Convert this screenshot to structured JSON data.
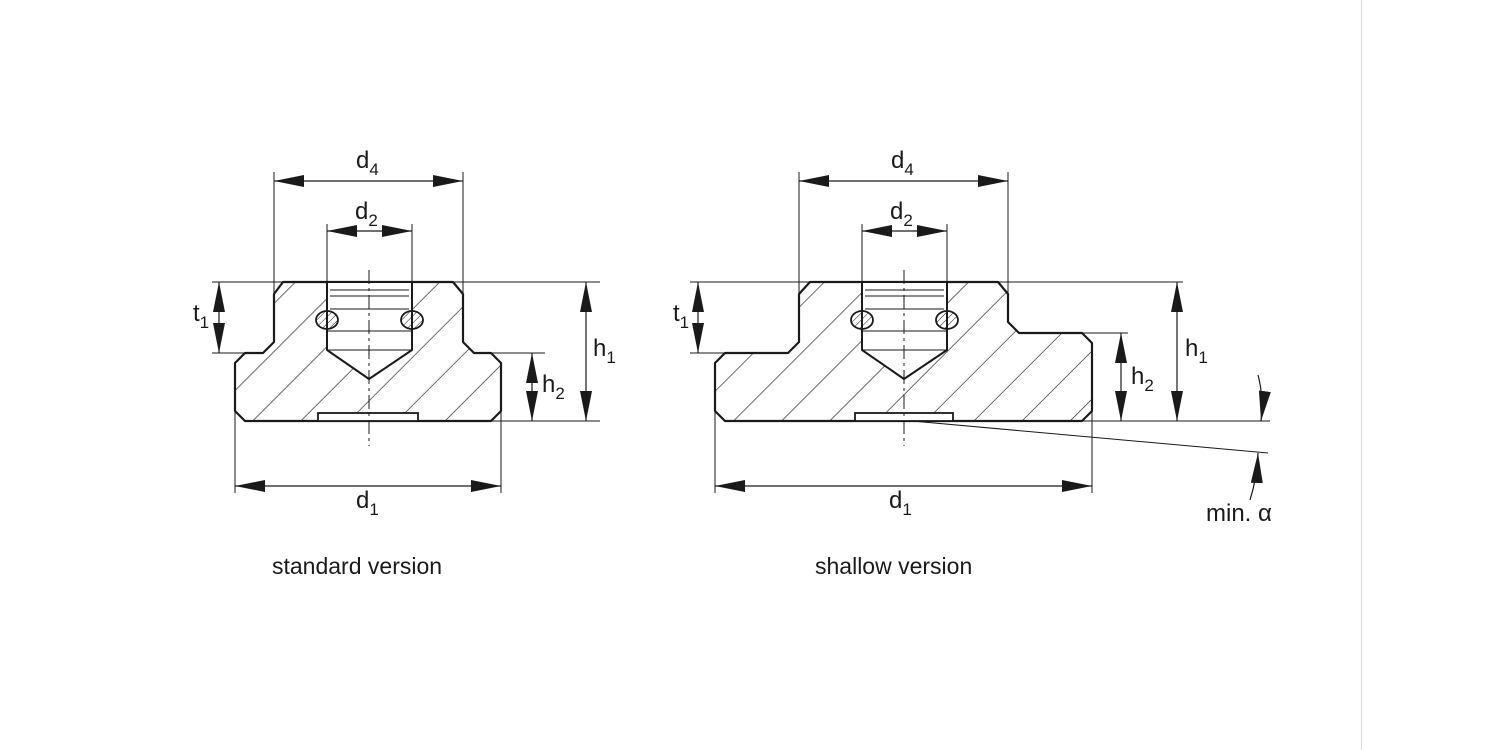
{
  "views": [
    {
      "id": "standard",
      "caption": "standard version",
      "labels": {
        "d4": {
          "main": "d",
          "sub": "4"
        },
        "d2": {
          "main": "d",
          "sub": "2"
        },
        "d1": {
          "main": "d",
          "sub": "1"
        },
        "t1": {
          "main": "t",
          "sub": "1"
        },
        "h1": {
          "main": "h",
          "sub": "1"
        },
        "h2": {
          "main": "h",
          "sub": "2"
        }
      }
    },
    {
      "id": "shallow",
      "caption": "shallow version",
      "labels": {
        "d4": {
          "main": "d",
          "sub": "4"
        },
        "d2": {
          "main": "d",
          "sub": "2"
        },
        "d1": {
          "main": "d",
          "sub": "1"
        },
        "t1": {
          "main": "t",
          "sub": "1"
        },
        "h1": {
          "main": "h",
          "sub": "1"
        },
        "h2": {
          "main": "h",
          "sub": "2"
        }
      },
      "angle_label": "min. α"
    }
  ],
  "colors": {
    "line": "#1a1a1a",
    "background": "#ffffff",
    "border": "#d9d9d9"
  }
}
